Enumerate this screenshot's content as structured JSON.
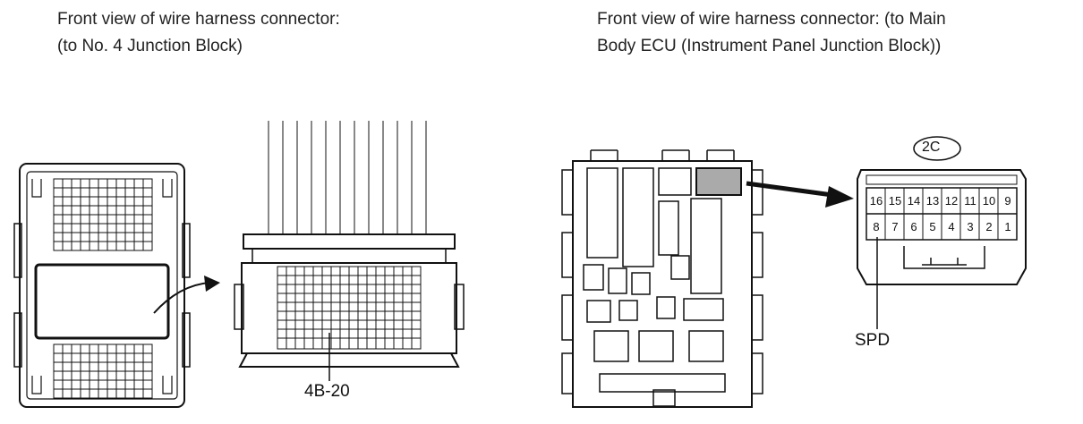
{
  "captions": {
    "left_line1": "Front view of wire harness connector:",
    "left_line2": "(to No. 4 Junction Block)",
    "right_line1": "Front view of wire harness connector: (to Main",
    "right_line2": "Body ECU (Instrument Panel Junction Block))"
  },
  "labels": {
    "connector_4b": "4B-20",
    "connector_2c_id": "2C",
    "spd": "SPD"
  },
  "connector_2c_pins": {
    "top_row": [
      "16",
      "15",
      "14",
      "13",
      "12",
      "11",
      "10",
      "9"
    ],
    "bottom_row": [
      "8",
      "7",
      "6",
      "5",
      "4",
      "3",
      "2",
      "1"
    ]
  },
  "colors": {
    "highlight": "#aaaaaa",
    "line": "#111111"
  }
}
